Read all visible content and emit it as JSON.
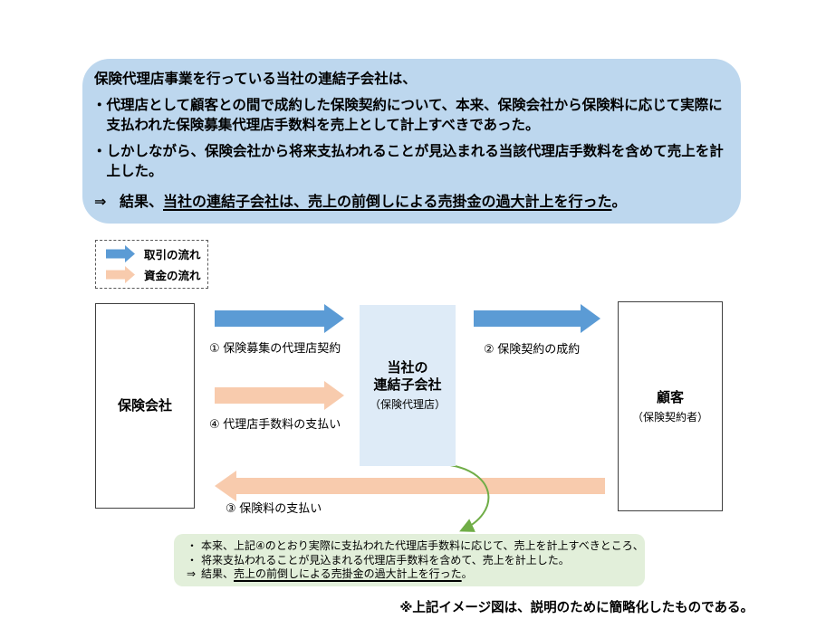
{
  "summary_box": {
    "intro": "保険代理店事業を行っている当社の連結子会社は、",
    "bullet_marker": "・",
    "bullets": [
      "代理店として顧客との間で成約した保険契約について、本来、保険会社から保険料に応じて実際に支払われた保険募集代理店手数料を売上として計上すべきであった。",
      "しかしながら、保険会社から将来支払われることが見込まれる当該代理店手数料を含めて売上を計上した。"
    ],
    "conclusion": {
      "marker": "⇒",
      "prefix": "結果、",
      "underlined": "当社の連結子会社は、売上の前倒しによる売掛金の過大計上を行った",
      "suffix": "。"
    }
  },
  "legend": {
    "items": [
      {
        "label": "取引の流れ",
        "color": "#5B9BD5"
      },
      {
        "label": "資金の流れ",
        "color": "#F8CBAD"
      }
    ]
  },
  "entities": {
    "insurance_company": {
      "name": "保険会社"
    },
    "subsidiary": {
      "name_line1": "当社の",
      "name_line2": "連結子会社",
      "sub": "（保険代理店）"
    },
    "customer": {
      "name": "顧客",
      "sub": "（保険契約者）"
    }
  },
  "flow_labels": {
    "f1": "① 保険募集の代理店契約",
    "f2": "② 保険契約の成約",
    "f3": "③ 保険料の支払い",
    "f4": "④ 代理店手数料の支払い"
  },
  "note_box": {
    "bullet_marker": "・",
    "bullets": [
      "本来、上記④のとおり実際に支払われた代理店手数料に応じて、売上を計上すべきところ、",
      "将来支払われることが見込まれる代理店手数料を含めて、売上を計上した。"
    ],
    "conclusion": {
      "marker": "⇒",
      "prefix": "結果、",
      "underlined": "売上の前倒しによる売掛金の過大計上を行った",
      "suffix": "。"
    }
  },
  "footnote": "※上記イメージ図は、説明のために簡略化したものである。",
  "colors": {
    "summary_box_bg": "#BDD7EE",
    "subsidiary_box_bg": "#DEEBF7",
    "note_box_bg": "#E2EFDA",
    "transaction_arrow": "#5B9BD5",
    "funds_arrow": "#F8CBAD",
    "note_arrow_green": "#70AD47",
    "box_border": "#404040"
  }
}
